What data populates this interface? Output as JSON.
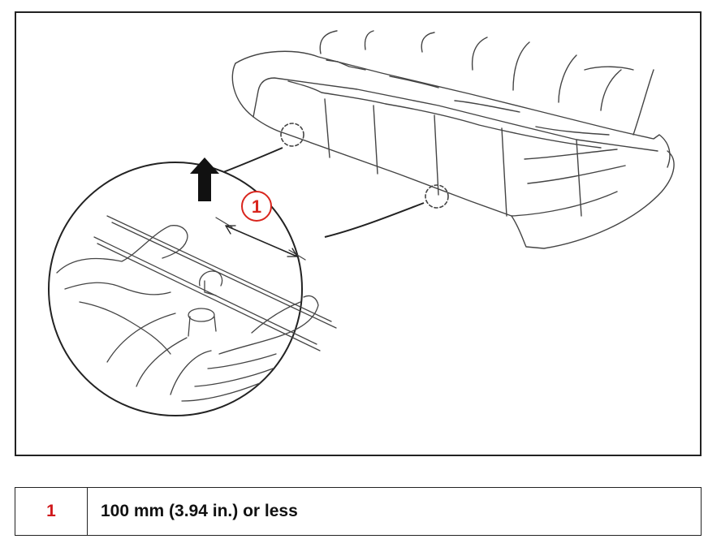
{
  "diagram": {
    "callout_number": "1",
    "accent_color": "#d9251d",
    "line_color": "#333333",
    "arrow_icon": "up-arrow-icon"
  },
  "legend": {
    "rows": [
      {
        "key": "1",
        "description": "100 mm (3.94 in.) or less"
      }
    ]
  }
}
